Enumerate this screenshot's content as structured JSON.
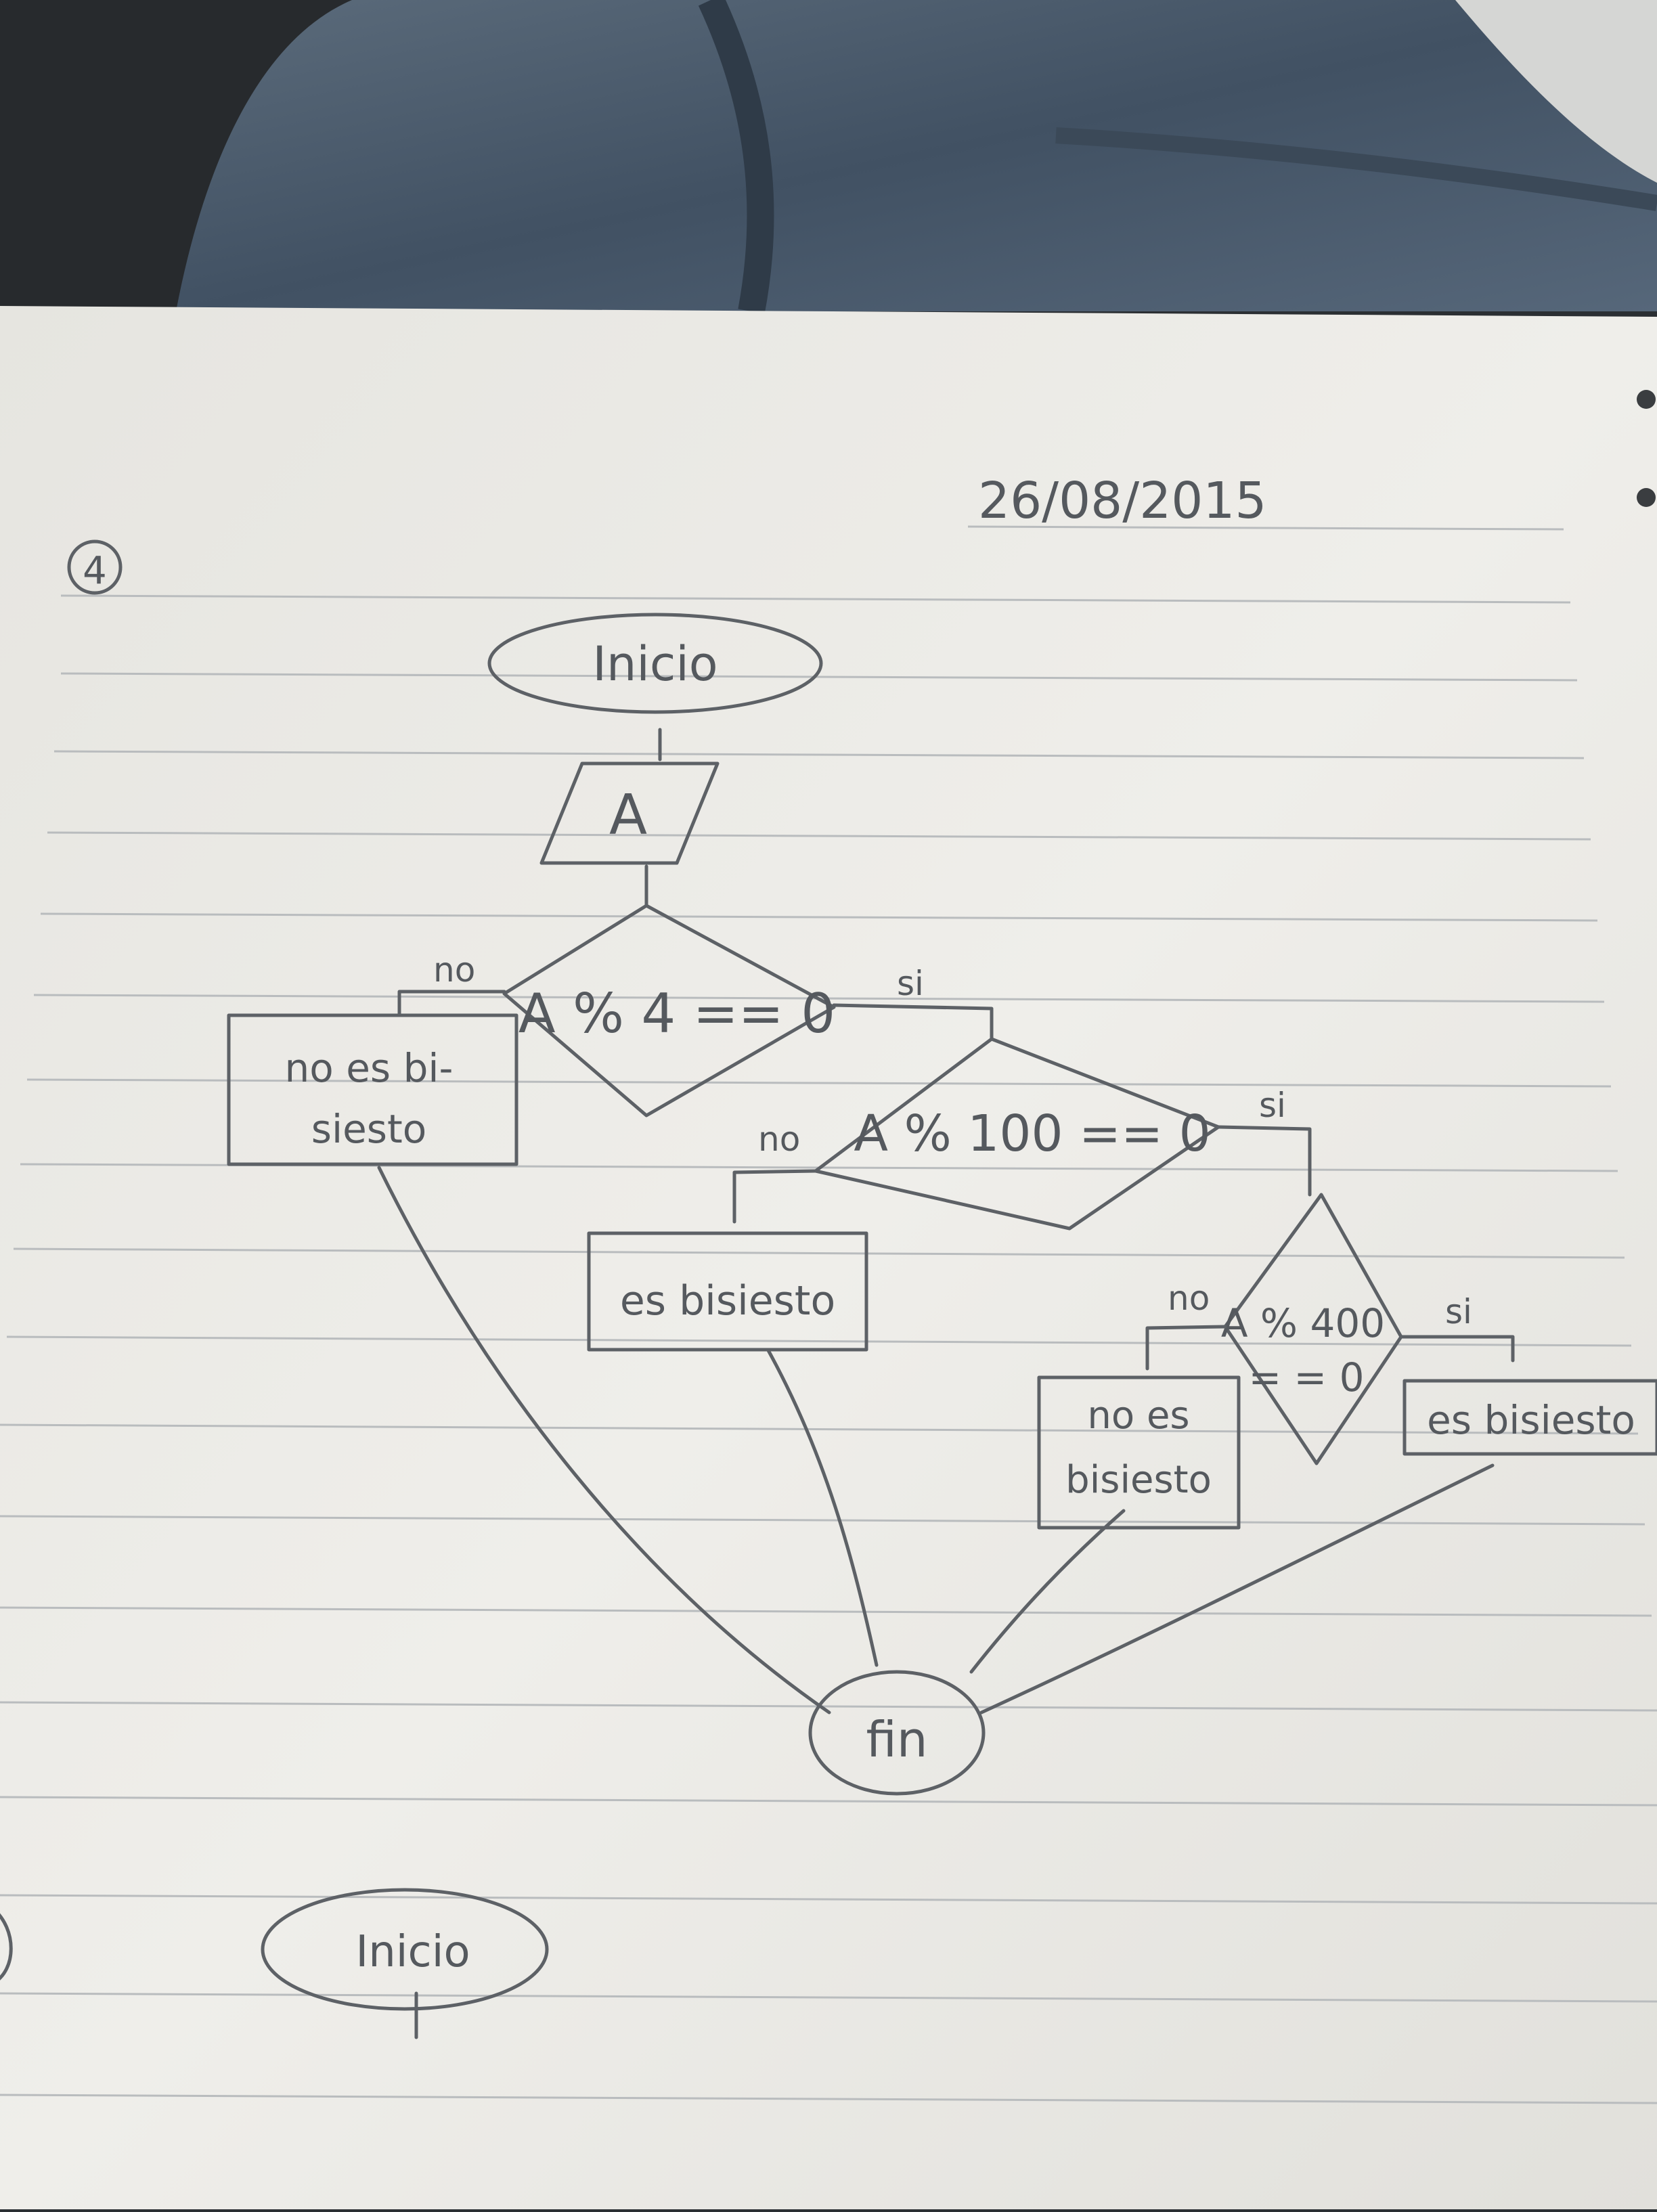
{
  "notebook": {
    "date": "26/08/2015",
    "exercise_number": "4"
  },
  "flowchart": {
    "start": "Inicio",
    "input": "A",
    "decision_1": "A % 4 == 0",
    "decision_2": "A % 100 == 0",
    "decision_3_line1": "A % 400",
    "decision_3_line2": "= = 0",
    "output_not_leap_1_line1": "no es bi-",
    "output_not_leap_1_line2": "siesto",
    "output_leap_1": "es bisiesto",
    "output_not_leap_2_line1": "no es",
    "output_not_leap_2_line2": "bisiesto",
    "output_leap_2": "es bisiesto",
    "end": "fin",
    "branch_no_1": "no",
    "branch_si_1": "si",
    "branch_no_2": "no",
    "branch_si_2": "si",
    "branch_no_3": "no",
    "branch_si_3": "si"
  },
  "next_flowchart": {
    "start": "Inicio"
  },
  "colors": {
    "paper": "#ecebe6",
    "pencil": "#5d6166",
    "rule_lines": "#b9bcbe",
    "denim": "#4a5a6b"
  }
}
